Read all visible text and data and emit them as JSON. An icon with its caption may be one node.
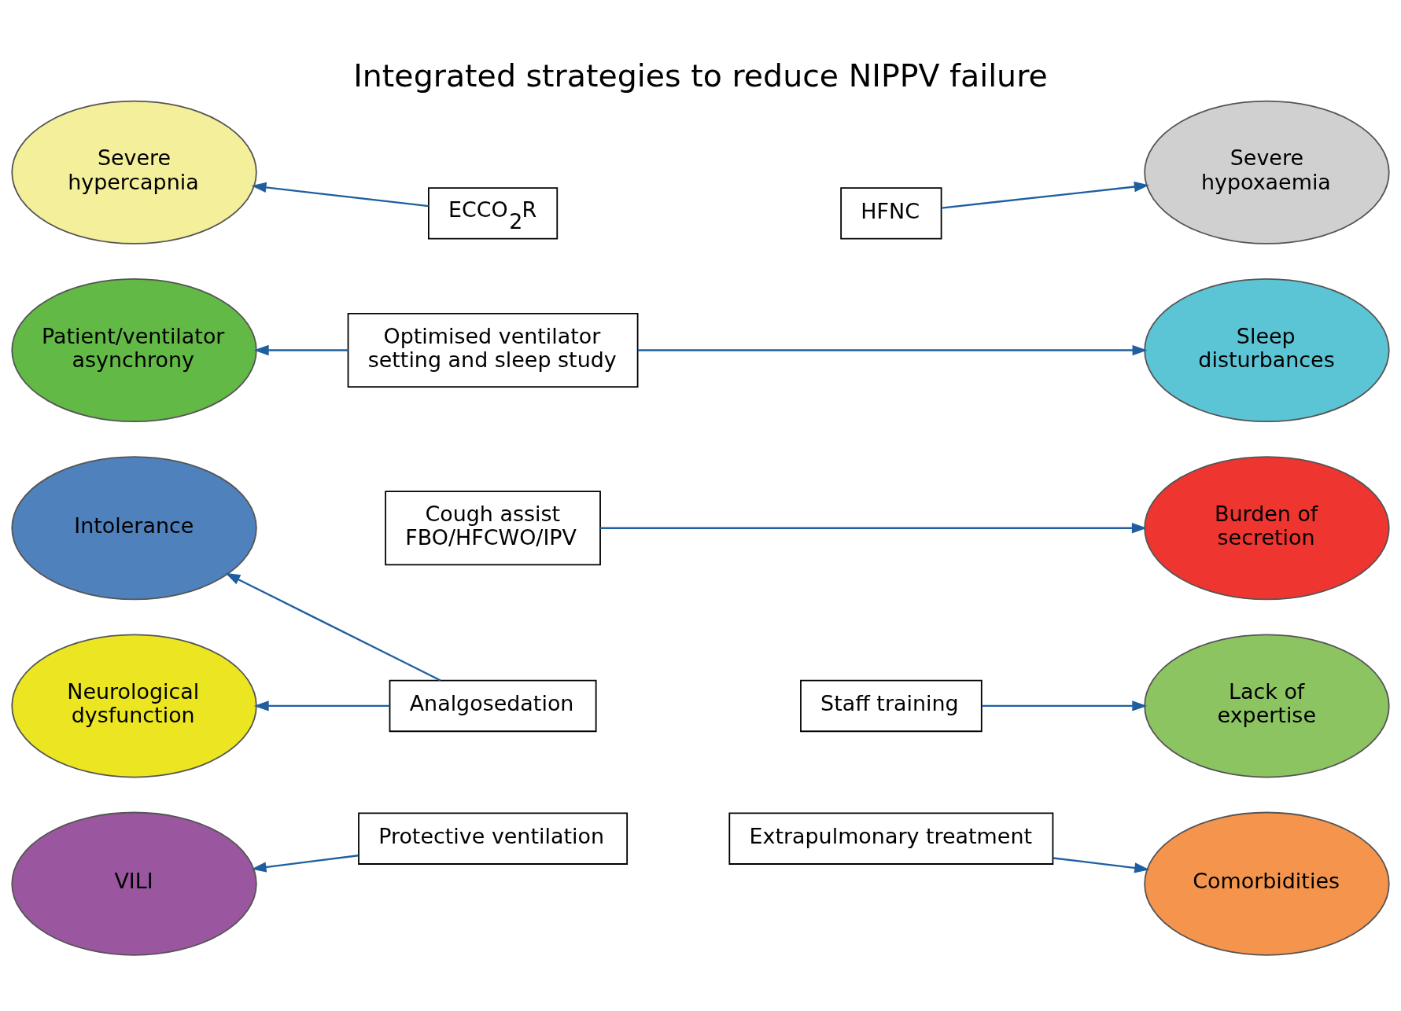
{
  "diagram": {
    "title": "Integrated strategies to reduce NIPPV failure",
    "nodes": [
      {
        "text": [
          "Severe hypercapnia"
        ]
      },
      {
        "text": [
          "ECCO$_{2}$R"
        ]
      },
      {
        "text": [
          "HFNC"
        ]
      },
      {
        "text": [
          "Severe hypoxaemia"
        ]
      },
      {
        "text": [
          "Patient/ventilator asynchrony"
        ]
      },
      {
        "text": [
          "Optimised ventilator setting and sleep study"
        ]
      },
      {
        "text": [
          "Sleep disturbances"
        ]
      },
      {
        "text": [
          "Intolerance"
        ]
      },
      {
        "text": [
          "Cough assist FBO/HFCWO/IPV"
        ]
      },
      {
        "text": [
          "Burden of secretion"
        ]
      },
      {
        "text": [
          "Neurological dysfunction"
        ]
      },
      {
        "text": [
          "Analgosedation"
        ]
      },
      {
        "text": [
          "Staff training"
        ]
      },
      {
        "text": [
          "Lack of expertise"
        ]
      },
      {
        "text": [
          "VILI"
        ]
      },
      {
        "text": [
          "Protective ventilation"
        ]
      },
      {
        "text": [
          "Extrapulmonary treatment"
        ]
      },
      {
        "text": [
          "Comorbidities"
        ]
      }
    ],
    "edges": [
      {
        "from": 1,
        "to": 0,
        "arrow": "to"
      },
      {
        "from": 2,
        "to": 3,
        "arrow": "to"
      },
      {
        "from": 5,
        "to": 4,
        "arrow": "to"
      },
      {
        "from": 5,
        "to": 6,
        "arrow": "to"
      },
      {
        "from": 8,
        "to": 9,
        "arrow": "to"
      },
      {
        "from": 11,
        "to": 7,
        "arrow": "to"
      },
      {
        "from": 11,
        "to": 10,
        "arrow": "to"
      },
      {
        "from": 12,
        "to": 13,
        "arrow": "to"
      },
      {
        "from": 15,
        "to": 14,
        "arrow": "to"
      },
      {
        "from": 16,
        "to": 17,
        "arrow": "to"
      }
    ]
  }
}
